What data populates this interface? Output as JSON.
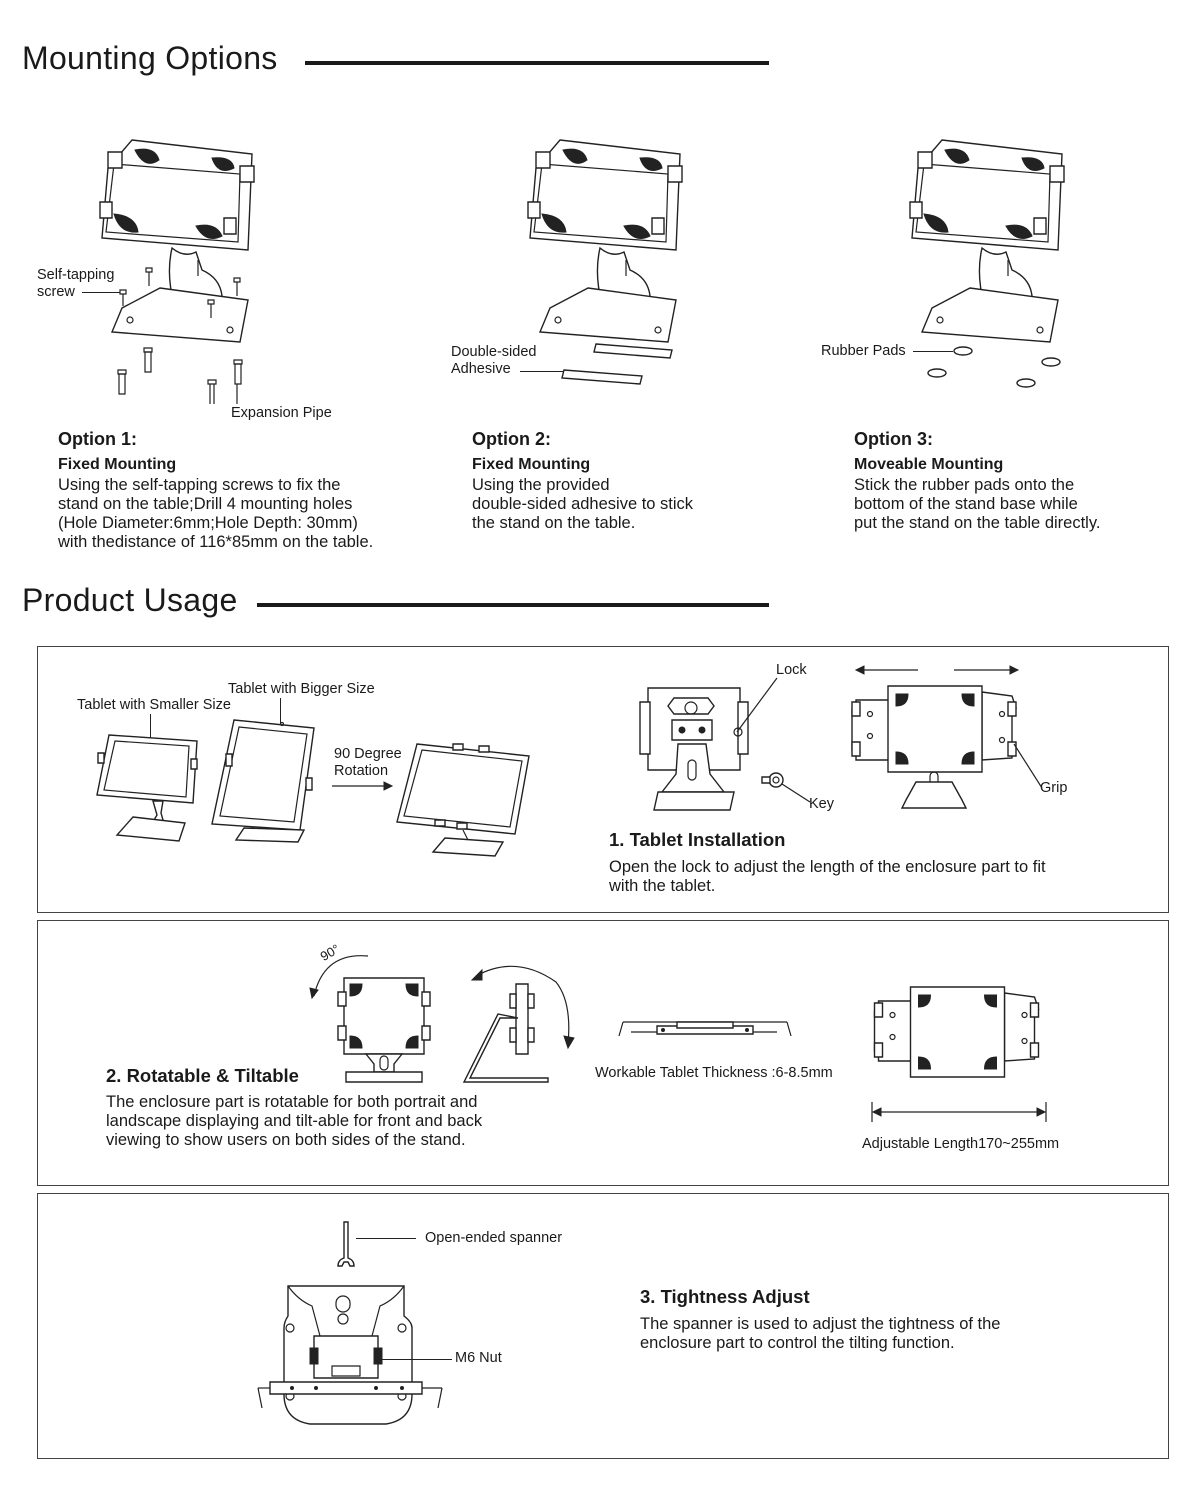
{
  "mounting": {
    "title": "Mounting Options",
    "labels": {
      "self_tapping": "Self-tapping\nscrew",
      "expansion_pipe": "Expansion Pipe",
      "adhesive": "Double-sided\nAdhesive",
      "rubber_pads": "Rubber Pads"
    },
    "options": [
      {
        "title": "Option 1:",
        "subtitle": "Fixed Mounting",
        "body": "Using the self-tapping screws to fix the\nstand on the table;Drill 4 mounting holes\n(Hole Diameter:6mm;Hole Depth: 30mm)\nwith thedistance of 116*85mm on the table."
      },
      {
        "title": "Option 2:",
        "subtitle": "Fixed Mounting",
        "body": "Using the provided\ndouble-sided adhesive to stick\nthe stand on the table."
      },
      {
        "title": "Option 3:",
        "subtitle": "Moveable Mounting",
        "body": "Stick the rubber pads onto the\nbottom of the stand base while\nput the stand on the table directly."
      }
    ]
  },
  "usage": {
    "title": "Product Usage",
    "step1": {
      "title": "1. Tablet Installation",
      "body": "Open the lock to adjust the length of the enclosure part to fit\nwith the tablet.",
      "labels": {
        "smaller": "Tablet with Smaller Size",
        "bigger": "Tablet with Bigger Size",
        "rotation": "90 Degree\nRotation",
        "lock": "Lock",
        "key": "Key",
        "grip": "Grip"
      }
    },
    "step2": {
      "title": "2. Rotatable & Tiltable",
      "body": "The enclosure part is rotatable for both portrait and\nlandscape displaying and tilt-able for front and back\nviewing to show users on both sides of the stand.",
      "labels": {
        "angle": "90°",
        "thickness": "Workable Tablet Thickness :6-8.5mm",
        "length": "Adjustable Length170~255mm"
      }
    },
    "step3": {
      "title": "3. Tightness Adjust",
      "body": "The spanner is used to adjust the tightness of the\nenclosure part to control the tilting function.",
      "labels": {
        "spanner": "Open-ended spanner",
        "nut": "M6 Nut"
      }
    }
  },
  "colors": {
    "ink": "#1a1a1a",
    "rule": "#1a1a1a",
    "box_border": "#444444",
    "background": "#ffffff"
  }
}
